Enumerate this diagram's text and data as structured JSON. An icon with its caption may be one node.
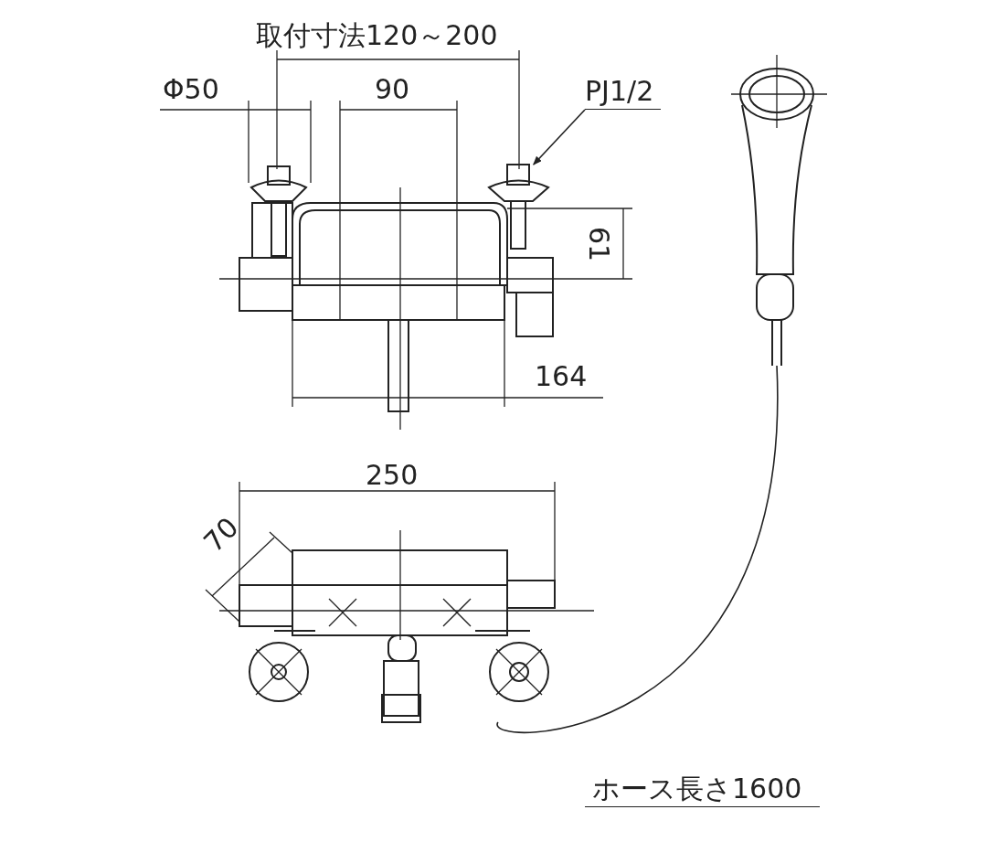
{
  "diagram": {
    "nodes": [
      {
        "text": [
          "PJ1/2"
        ]
      },
      {
        "text": [],
        "shape": "picture"
      },
      {
        "text": [],
        "shape": "picture"
      },
      {
        "text": [],
        "shape": "picture"
      }
    ],
    "edges": [
      {
        "from": 0,
        "to": 1,
        "arrow": "to"
      },
      {
        "from": 2,
        "to": 3,
        "arrow": "none"
      }
    ],
    "labels": [
      "取付寸法120～200",
      "Φ50",
      "90",
      "61",
      "164",
      "250",
      "70",
      "ホース長さ1600"
    ]
  }
}
